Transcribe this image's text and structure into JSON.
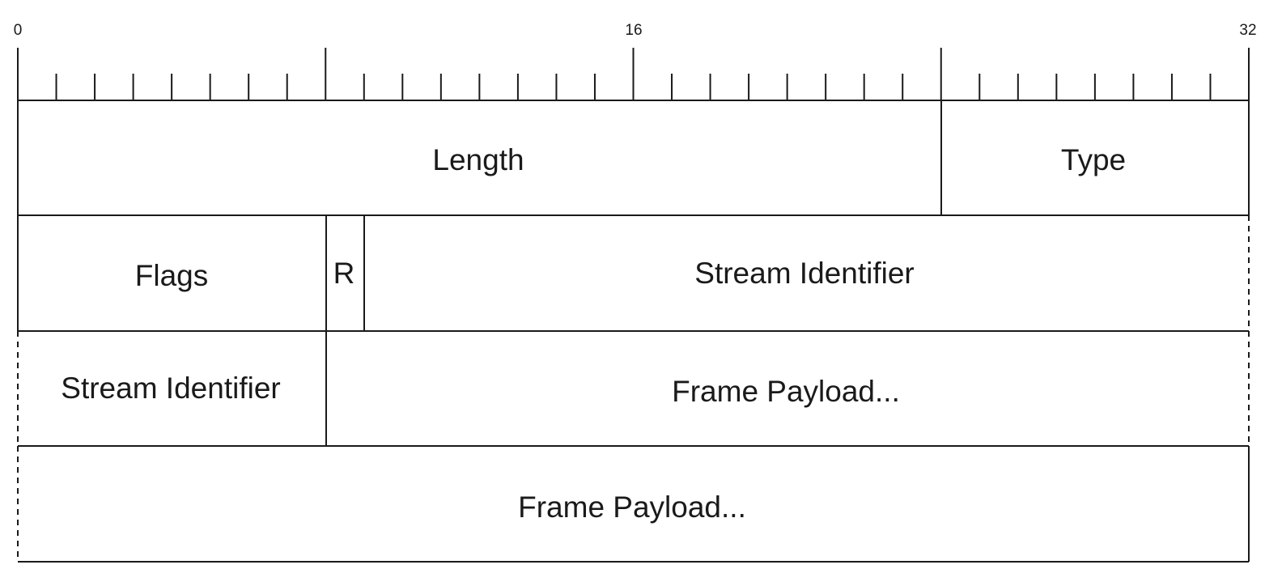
{
  "scale": {
    "labels": [
      "0",
      "16",
      "32"
    ]
  },
  "fields": {
    "length": "Length",
    "type": "Type",
    "flags": "Flags",
    "reserved": "R",
    "stream_identifier_row2": "Stream Identifier",
    "stream_identifier_row3": "Stream Identifier",
    "frame_payload_row3": "Frame Payload...",
    "frame_payload_row4": "Frame Payload..."
  },
  "colors": {
    "line": "#1a1a1a",
    "background": "#ffffff"
  }
}
